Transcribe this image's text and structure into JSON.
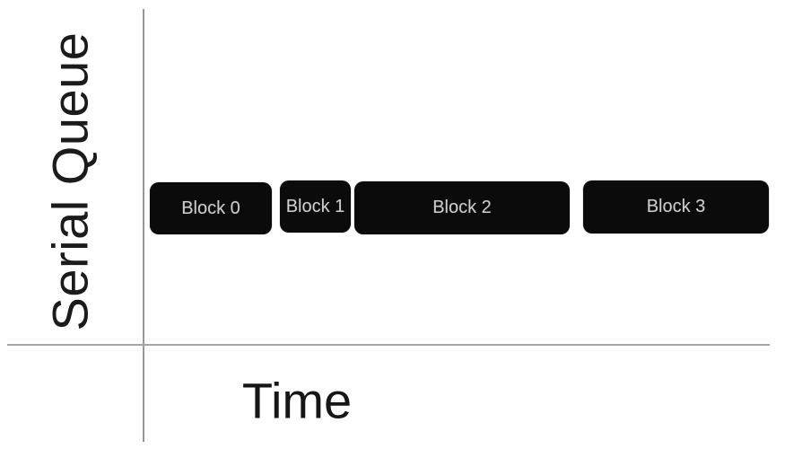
{
  "diagram": {
    "y_axis_label": "Serial Queue",
    "x_axis_label": "Time",
    "blocks": [
      {
        "label": "Block 0"
      },
      {
        "label": "Block 1"
      },
      {
        "label": "Block 2"
      },
      {
        "label": "Block 3"
      }
    ],
    "colors": {
      "background": "#ffffff",
      "axis_line": "#9e9e9e",
      "axis_label_text": "#1b1b1b",
      "block_fill": "#0b0b0b",
      "block_text": "#cdcdcd"
    }
  }
}
